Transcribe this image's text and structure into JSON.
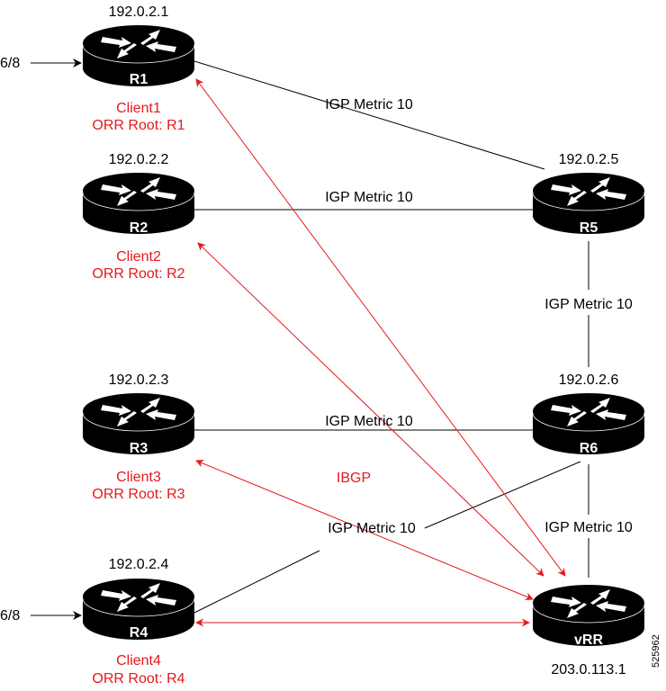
{
  "diagram": {
    "routers": [
      {
        "id": "R1",
        "name": "R1",
        "ip": "192.0.2.1",
        "client": "Client1",
        "orr_root": "ORR Root: R1",
        "prefix_in": "6/8"
      },
      {
        "id": "R2",
        "name": "R2",
        "ip": "192.0.2.2",
        "client": "Client2",
        "orr_root": "ORR Root: R2"
      },
      {
        "id": "R3",
        "name": "R3",
        "ip": "192.0.2.3",
        "client": "Client3",
        "orr_root": "ORR Root: R3"
      },
      {
        "id": "R4",
        "name": "R4",
        "ip": "192.0.2.4",
        "client": "Client4",
        "orr_root": "ORR Root: R4",
        "prefix_in": "6/8"
      },
      {
        "id": "R5",
        "name": "R5",
        "ip": "192.0.2.5"
      },
      {
        "id": "R6",
        "name": "R6",
        "ip": "192.0.2.6"
      },
      {
        "id": "vRR",
        "name": "vRR",
        "ip": "203.0.113.1"
      }
    ],
    "igp_links": [
      {
        "from": "R1",
        "to": "R5",
        "label": "IGP Metric 10"
      },
      {
        "from": "R2",
        "to": "R5",
        "label": "IGP Metric 10"
      },
      {
        "from": "R5",
        "to": "R6",
        "label": "IGP Metric 10"
      },
      {
        "from": "R3",
        "to": "R6",
        "label": "IGP Metric 10"
      },
      {
        "from": "R4",
        "to": "R6",
        "label": "IGP Metric 10"
      },
      {
        "from": "R6",
        "to": "vRR",
        "label": "IGP Metric 10"
      }
    ],
    "ibgp_sessions": [
      {
        "from": "vRR",
        "to": "R1"
      },
      {
        "from": "vRR",
        "to": "R2"
      },
      {
        "from": "vRR",
        "to": "R3"
      },
      {
        "from": "vRR",
        "to": "R4"
      }
    ],
    "ibgp_label": "IBGP",
    "figure_id": "525962",
    "colors": {
      "ibgp": "#e4191c",
      "router": "#000000",
      "link": "#000000"
    }
  }
}
